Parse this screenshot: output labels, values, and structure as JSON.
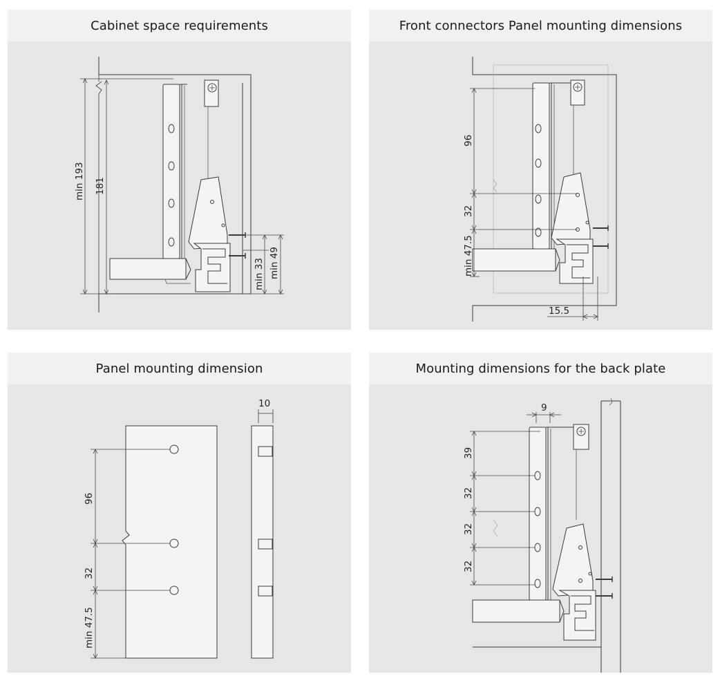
{
  "panels": [
    {
      "title": "Cabinet space requirements",
      "dims": {
        "min193": "min 193",
        "d181": "181",
        "min33": "min 33",
        "min49": "min 49"
      }
    },
    {
      "title": "Front connectors Panel mounting dimensions",
      "dims": {
        "d96": "96",
        "d32": "32",
        "min47_5": "min 47.5",
        "d15_5": "15.5"
      }
    },
    {
      "title": "Panel mounting dimension",
      "dims": {
        "d10": "10",
        "d96": "96",
        "d32": "32",
        "min47_5": "min 47.5"
      }
    },
    {
      "title": "Mounting dimensions for the back plate",
      "dims": {
        "d9": "9",
        "d39": "39",
        "d32a": "32",
        "d32b": "32",
        "d32c": "32"
      }
    }
  ]
}
